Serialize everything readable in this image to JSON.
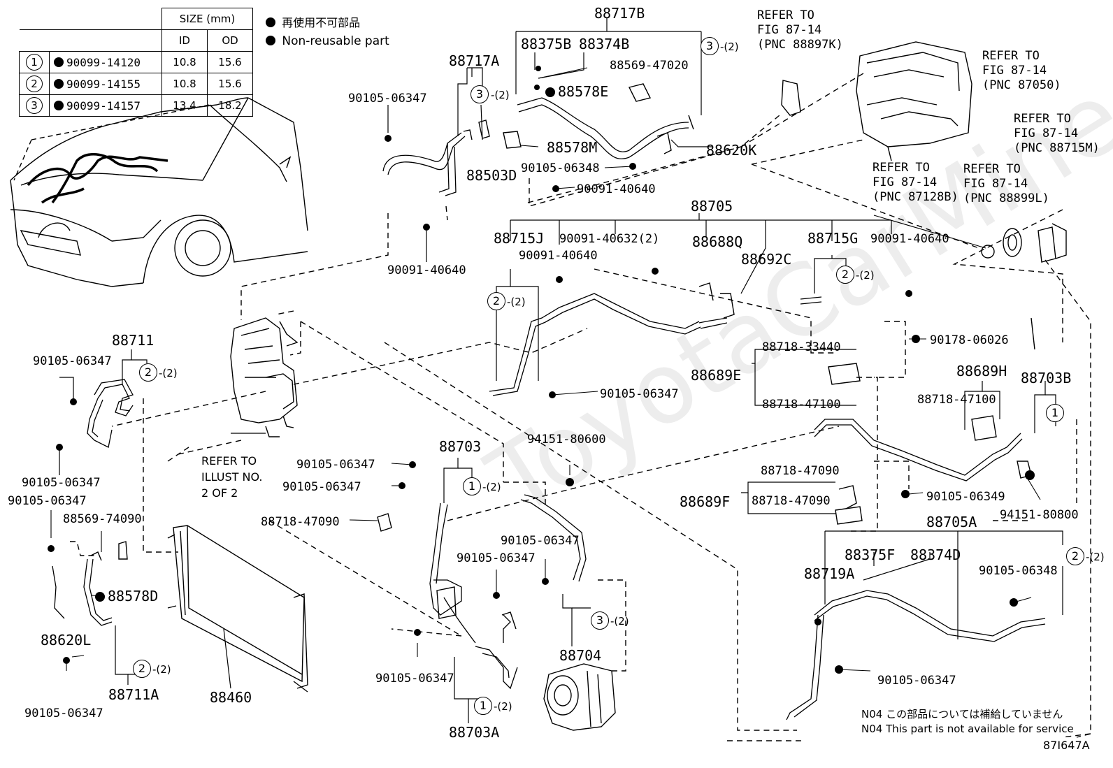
{
  "size_table": {
    "header_size": "SIZE (mm)",
    "header_id": "ID",
    "header_od": "OD",
    "rows": [
      {
        "num": "1",
        "part": "90099-14120",
        "id": "10.8",
        "od": "15.6"
      },
      {
        "num": "2",
        "part": "90099-14155",
        "id": "10.8",
        "od": "15.6"
      },
      {
        "num": "3",
        "part": "90099-14157",
        "id": "13.4",
        "od": "18.2"
      }
    ]
  },
  "legend": {
    "jp": "再使用不可部品",
    "en": "Non-reusable part"
  },
  "notes": {
    "jp": "N04 この部品については補給していません",
    "en": "N04 This part is not available for service"
  },
  "watermark": "ToyotaCarMine",
  "illustration_code": "87I647A",
  "refer_to": {
    "r88897k": [
      "REFER TO",
      "FIG 87-14",
      "(PNC 88897K)"
    ],
    "r87050": [
      "REFER TO",
      "FIG 87-14",
      "(PNC 87050)"
    ],
    "r88715m": [
      "REFER TO",
      "FIG 87-14",
      "(PNC 88715M)"
    ],
    "r87128b": [
      "REFER TO",
      "FIG 87-14",
      "(PNC 87128B)"
    ],
    "r88899l": [
      "REFER TO",
      "FIG 87-14",
      "(PNC 88899L)"
    ],
    "illust2": [
      "REFER TO",
      "ILLUST NO.",
      "2 OF 2"
    ]
  },
  "circle_qty": "-(2)",
  "parts": {
    "p88717B": "88717B",
    "p88375B": "88375B",
    "p88374B": "88374B",
    "p88569_47020": "88569-47020",
    "p88578E": "88578E",
    "p88578M": "88578M",
    "p88620K": "88620K",
    "p90105_06348a": "90105-06348",
    "p90091_40640a": "90091-40640",
    "p88717A": "88717A",
    "p90105_06347a": "90105-06347",
    "p88503D": "88503D",
    "p90091_40640b": "90091-40640",
    "p88705": "88705",
    "p88715J": "88715J",
    "p90091_40632": "90091-40632(2)",
    "p88688Q": "88688Q",
    "p88692C": "88692C",
    "p88715G": "88715G",
    "p90091_40640c": "90091-40640",
    "p90091_40640d": "90091-40640",
    "p90178_06026": "90178-06026",
    "p88718_33440": "88718-33440",
    "p88689E": "88689E",
    "p88718_47100a": "88718-47100",
    "p90105_06347b": "90105-06347",
    "p88689H": "88689H",
    "p88703B": "88703B",
    "p88718_47100b": "88718-47100",
    "p88711": "88711",
    "p90105_06347c": "90105-06347",
    "p90105_06347d": "90105-06347",
    "p90105_06347e": "90105-06347",
    "p88569_74090": "88569-74090",
    "p88578D": "88578D",
    "p88620L": "88620L",
    "p90105_06347f": "90105-06347",
    "p88711A": "88711A",
    "p88460": "88460",
    "p88703": "88703",
    "p90105_06347g": "90105-06347",
    "p90105_06347h": "90105-06347",
    "p88718_47090a": "88718-47090",
    "p94151_80600": "94151-80600",
    "p90105_06347i": "90105-06347",
    "p90105_06347j": "90105-06347",
    "p88704": "88704",
    "p90105_06347k": "90105-06347",
    "p88703A": "88703A",
    "p88718_47090b": "88718-47090",
    "p88689F": "88689F",
    "p88718_47090c": "88718-47090",
    "p90105_06349": "90105-06349",
    "p94151_80800": "94151-80800",
    "p88705A": "88705A",
    "p88375F": "88375F",
    "p88374D": "88374D",
    "p88719A": "88719A",
    "p90105_06348b": "90105-06348",
    "p90105_06347l": "90105-06347"
  }
}
